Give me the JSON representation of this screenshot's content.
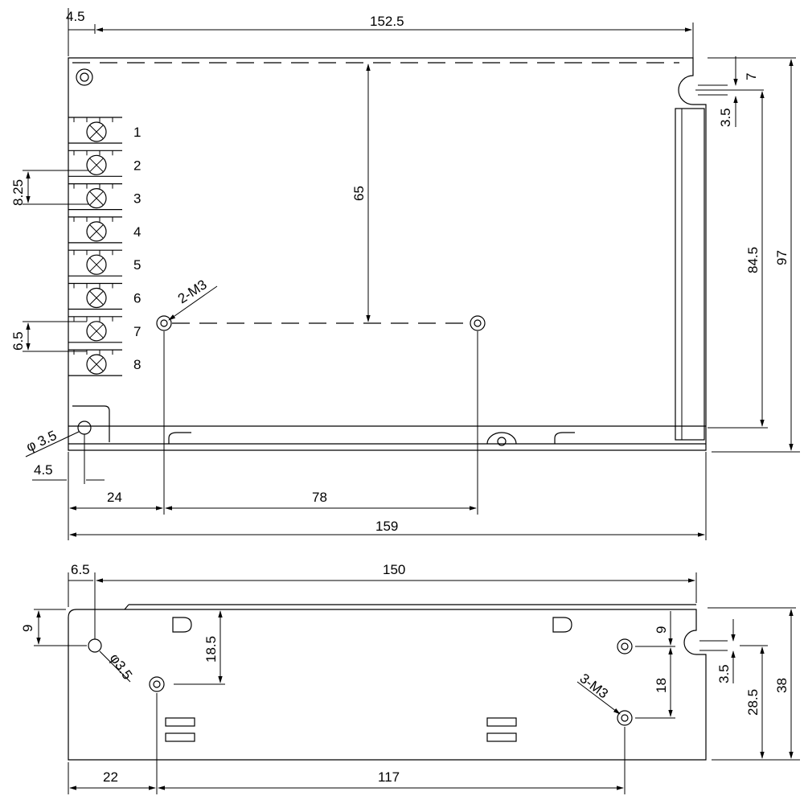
{
  "top_view": {
    "dims": {
      "left_offset": "4.5",
      "top_width": "152.5",
      "inner_height": "65",
      "slot_top": "7",
      "slot_width": "3.5",
      "right_height": "84.5",
      "total_height": "97",
      "terminal_pitch": "8.25",
      "terminal_gap": "6.5",
      "hole_dia": "φ 3.5",
      "hole_offset": "4.5",
      "mount_label": "2-M3",
      "left_to_hole": "24",
      "hole_spacing": "78",
      "total_width": "159"
    },
    "terminals": [
      "1",
      "2",
      "3",
      "4",
      "5",
      "6",
      "7",
      "8"
    ]
  },
  "side_view": {
    "dims": {
      "left_offset": "6.5",
      "width": "150",
      "hole_height": "9",
      "hole_dia": "φ3.5",
      "depth_1": "18.5",
      "right_hole_top": "9",
      "right_hole_spacing": "18",
      "mount_label": "3-M3",
      "slot_width": "3.5",
      "slot_height": "28.5",
      "height": "38",
      "left_to_hole": "22",
      "hole_to_hole": "117"
    }
  }
}
